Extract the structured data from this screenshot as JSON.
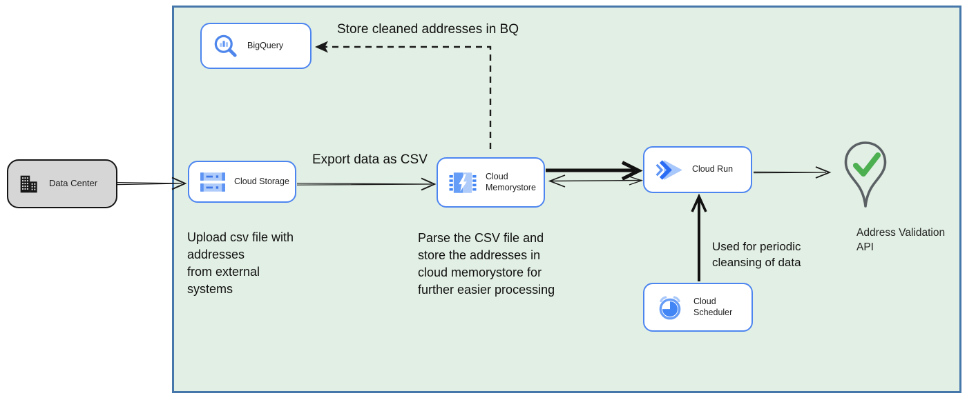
{
  "colors": {
    "container_fill": "#e2efe4",
    "container_border": "#4577ab",
    "node_border": "#4d85f0",
    "datacenter_fill": "#d6d6d6",
    "icon_blue": "#4285f4",
    "icon_light_blue": "#aecbfa",
    "pin_outline": "#5b6065",
    "check_green": "#4caf50",
    "arrow_color": "#1a1a1a"
  },
  "nodes": {
    "data_center": {
      "label": "Data Center"
    },
    "bigquery": {
      "label": "BigQuery"
    },
    "cloud_storage": {
      "label": "Cloud Storage"
    },
    "cloud_memorystore": {
      "label": "Cloud Memorystore"
    },
    "cloud_run": {
      "label": "Cloud Run"
    },
    "cloud_scheduler": {
      "label": "Cloud Scheduler"
    },
    "address_validation_api": {
      "label": "Address Validation API"
    }
  },
  "annotations": {
    "store_bq": "Store cleaned addresses in BQ",
    "export_csv": "Export data as CSV",
    "upload_note": "Upload csv file with\naddresses\nfrom external\nsystems",
    "parse_note": "Parse the CSV file and\nstore the addresses in\ncloud  memorystore for\nfurther easier processing",
    "periodic_note": "Used for periodic\ncleansing of data"
  }
}
